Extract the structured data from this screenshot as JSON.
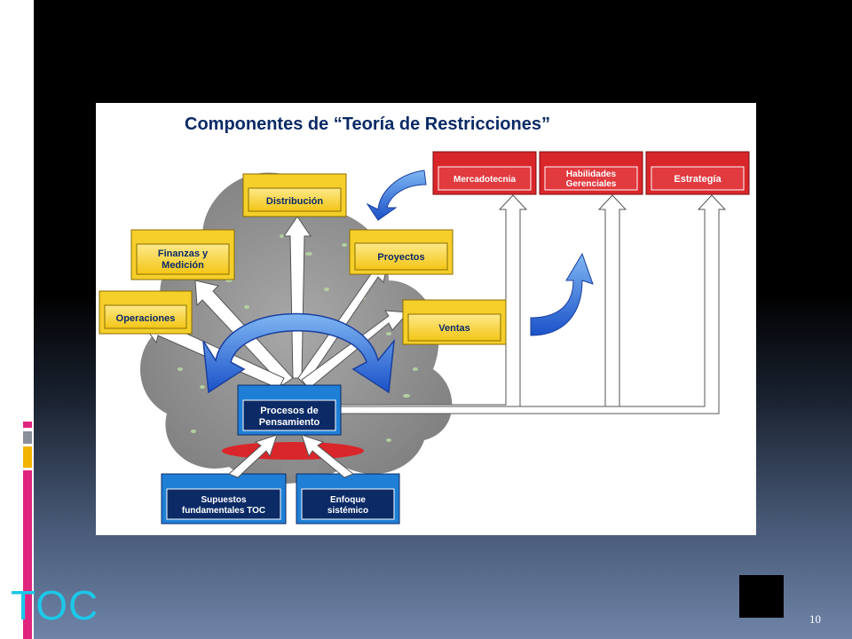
{
  "slide": {
    "footer_title": "TOC",
    "page_number": "10"
  },
  "diagram": {
    "title": "Componentes de “Teoría de Restricciones”",
    "yellow_boxes": {
      "distribucion": "Distribución",
      "finanzas_1": "Finanzas y",
      "finanzas_2": "Medición",
      "proyectos": "Proyectos",
      "operaciones": "Operaciones",
      "ventas": "Ventas"
    },
    "red_boxes": {
      "mercadotecnia": "Mercadotecnia",
      "habilidades_1": "Habilidades",
      "habilidades_2": "Gerenciales",
      "estrategia": "Estrategía"
    },
    "blue_boxes": {
      "procesos_1": "Procesos de",
      "procesos_2": "Pensamiento",
      "supuestos_1": "Supuestos",
      "supuestos_2": "fundamentales TOC",
      "enfoque_1": "Enfoque",
      "enfoque_2": "sistémico"
    },
    "colors": {
      "yellow": "#f5cf2a",
      "red": "#d9262b",
      "blue": "#1f7fd6",
      "navy": "#0b2a66",
      "title": "#0b2a66"
    }
  }
}
